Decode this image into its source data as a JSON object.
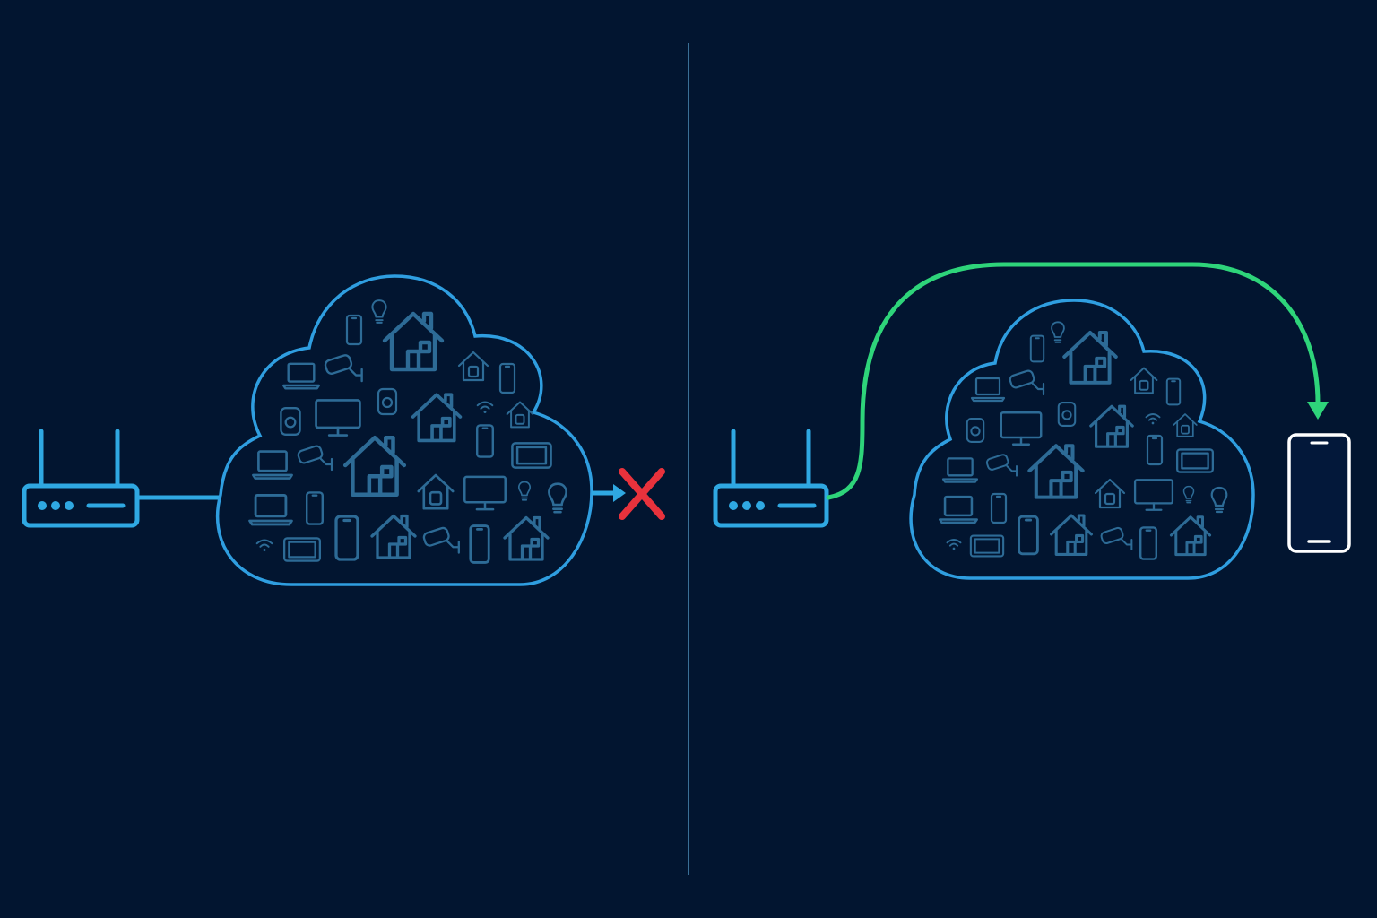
{
  "colors": {
    "background": "#021530",
    "divider": "#3a6f96",
    "router": "#2fa8e2",
    "cloud_outline": "#2f9ee0",
    "cloud_icons": "#2d6b96",
    "blocked_arrow": "#2fa8e2",
    "blocked_x": "#e8323c",
    "bypass_arrow": "#2ed47a",
    "phone_outline": "#ffffff"
  },
  "panels": [
    {
      "id": "left",
      "router": {
        "icon": "wifi-router-icon",
        "leds": 3
      },
      "cloud": {
        "icon": "device-cloud-icon"
      },
      "connection": {
        "type": "blocked",
        "icon": "red-x-icon"
      }
    },
    {
      "id": "right",
      "router": {
        "icon": "wifi-router-icon",
        "leds": 3
      },
      "cloud": {
        "icon": "device-cloud-icon"
      },
      "connection": {
        "type": "bypass",
        "target_icon": "smartphone-icon"
      }
    }
  ],
  "cloud_icons": [
    "lightbulb-icon",
    "phone-icon",
    "house-icon",
    "camera-icon",
    "laptop-icon",
    "smart-home-icon",
    "phone-icon",
    "speaker-icon",
    "monitor-icon",
    "house-icon",
    "wifi-icon",
    "smart-home-icon",
    "laptop-icon",
    "camera-icon",
    "house-icon",
    "smart-home-icon",
    "phone-icon",
    "tablet-icon",
    "laptop-icon",
    "phone-icon",
    "phone-icon",
    "house-icon",
    "camera-icon",
    "phone-icon",
    "house-icon",
    "monitor-icon",
    "lightbulb-icon",
    "lightbulb-icon",
    "wifi-icon",
    "tablet-icon"
  ]
}
